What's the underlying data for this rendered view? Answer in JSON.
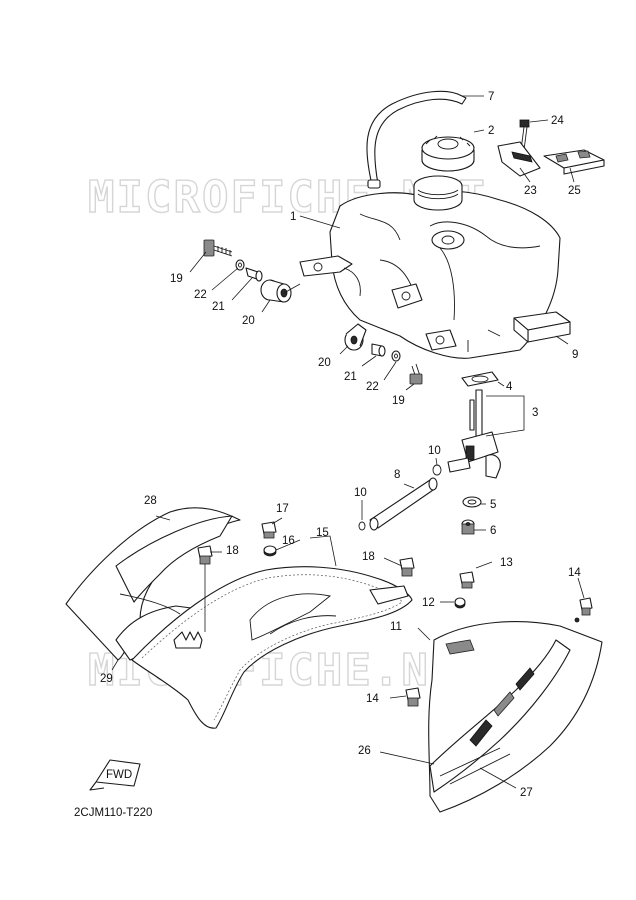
{
  "watermark_text": "MICROFICHE.NET",
  "diagram_code": "2CJM110-T220",
  "fwd_label": "FWD",
  "callouts": {
    "c1": "1",
    "c2": "2",
    "c3": "3",
    "c4": "4",
    "c5": "5",
    "c6": "6",
    "c7": "7",
    "c8": "8",
    "c9": "9",
    "c10a": "10",
    "c10b": "10",
    "c11": "11",
    "c12": "12",
    "c13": "13",
    "c14a": "14",
    "c14b": "14",
    "c15": "15",
    "c16": "16",
    "c17": "17",
    "c18a": "18",
    "c18b": "18",
    "c19a": "19",
    "c19b": "19",
    "c20a": "20",
    "c20b": "20",
    "c21a": "21",
    "c21b": "21",
    "c22a": "22",
    "c22b": "22",
    "c23": "23",
    "c24": "24",
    "c25": "25",
    "c26": "26",
    "c27": "27",
    "c28": "28",
    "c29": "29"
  }
}
